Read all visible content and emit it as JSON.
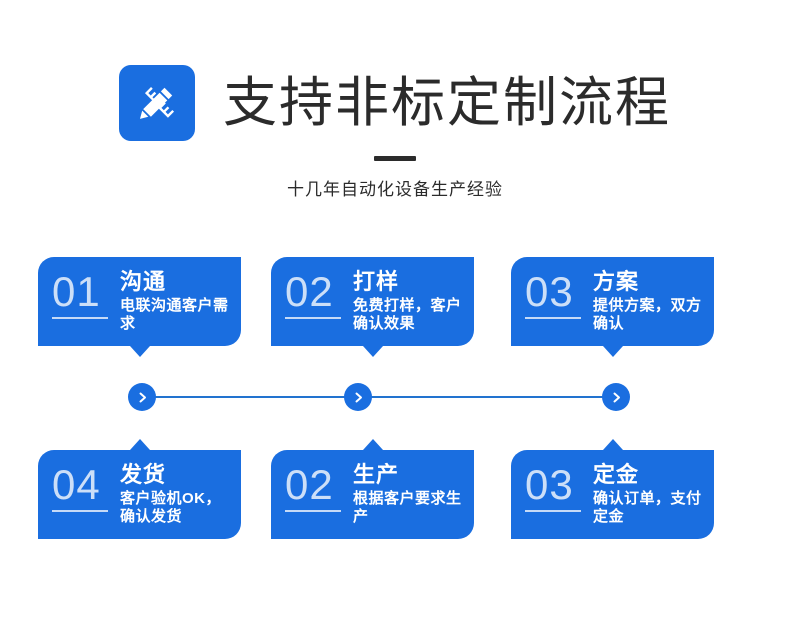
{
  "header": {
    "icon": "pencil-design-icon",
    "title": "支持非标定制流程",
    "subtitle": "十几年自动化设备生产经验",
    "accent_color": "#1a6ee0",
    "title_color": "#2b2b2b"
  },
  "flow": {
    "connector": {
      "line_color": "#2273cf",
      "dot_color": "#1a6ee0",
      "dots": [
        {
          "icon": "chevron-right-icon"
        },
        {
          "icon": "chevron-right-icon"
        },
        {
          "icon": "chevron-right-icon"
        }
      ]
    },
    "top_row": [
      {
        "number": "01",
        "title": "沟通",
        "desc": "电联沟通客户需求"
      },
      {
        "number": "02",
        "title": "打样",
        "desc": "免费打样，客户确认效果"
      },
      {
        "number": "03",
        "title": "方案",
        "desc": "提供方案，双方确认"
      }
    ],
    "bottom_row": [
      {
        "number": "04",
        "title": "发货",
        "desc": "客户验机OK，确认发货"
      },
      {
        "number": "02",
        "title": "生产",
        "desc": "根据客户要求生产"
      },
      {
        "number": "03",
        "title": "定金",
        "desc": "确认订单，支付定金"
      }
    ]
  }
}
